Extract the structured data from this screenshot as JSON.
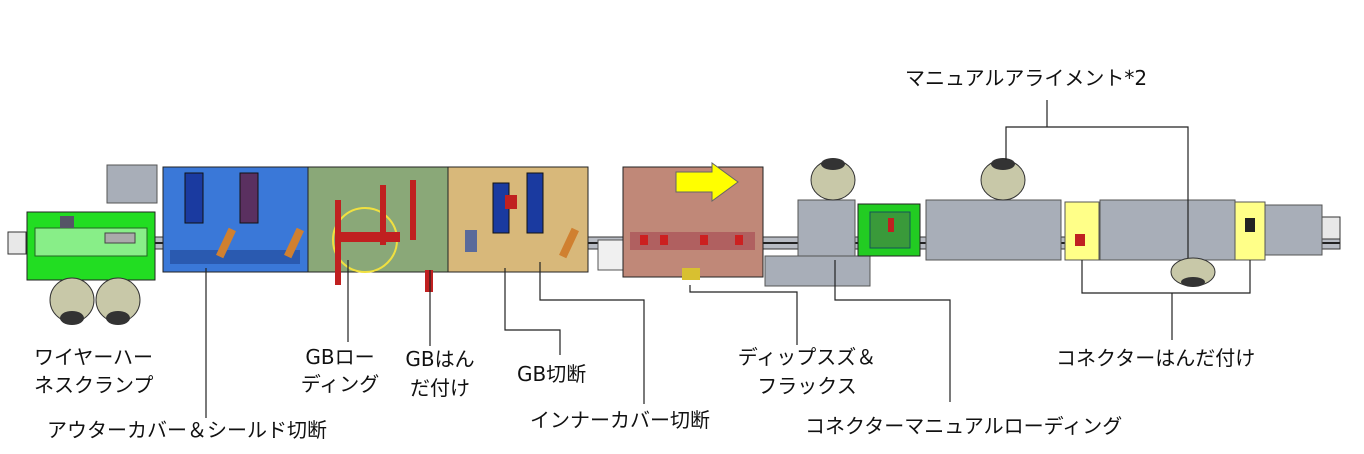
{
  "labels": {
    "wire_harness_clamp_l1": "ワイヤーハー",
    "wire_harness_clamp_l2": "ネスクランプ",
    "outer_cover_shield_cut": "アウターカバー＆シールド切断",
    "gb_loading_l1": "GBロー",
    "gb_loading_l2": "ディング",
    "gb_soldering_l1": "GBはん",
    "gb_soldering_l2": "だ付け",
    "gb_cut": "GB切断",
    "inner_cover_cut": "インナーカバー切断",
    "dip_flux_l1": "ディップスズ＆",
    "dip_flux_l2": "フラックス",
    "connector_manual_loading": "コネクターマニュアルローディング",
    "connector_soldering": "コネクターはんだ付け",
    "manual_alignment": "マニュアルアライメント*2"
  },
  "colors": {
    "green": "#22dd22",
    "blue": "#3a78d8",
    "olive": "#8aa878",
    "tan": "#d8b87a",
    "rose": "#c08878",
    "yellow_arrow": "#ffff00",
    "gray_box": "#a8aeb8",
    "pale_yellow": "#ffff88"
  }
}
